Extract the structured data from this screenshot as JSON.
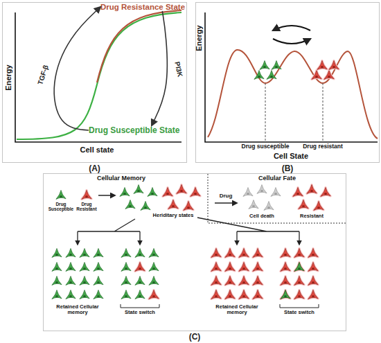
{
  "diagram": {
    "nodes": [
      {
        "text": [
          "(A)"
        ]
      },
      {
        "text": [
          "Drug Resistance State"
        ],
        "in": 0
      },
      {
        "text": [
          "Drug Susceptible State"
        ],
        "in": 0
      },
      {
        "text": [
          "(B)"
        ]
      },
      {
        "text": [
          "(C)"
        ]
      }
    ],
    "edges": [
      {
        "from": 2,
        "to": 1,
        "label": "TGF-β",
        "arrow": "to"
      },
      {
        "from": 1,
        "to": 2,
        "label": "PI3K",
        "arrow": "to"
      }
    ],
    "labels": [
      "Energy",
      "Cell state",
      "Energy",
      "Cell State",
      "Drug susceptible",
      "Drug resistant",
      "Cellular Memory",
      "Drug Susceptible",
      "Drug Resistant",
      "Heriditary states",
      "Cellular Fate",
      "Drug",
      "Cell death",
      "Resistant",
      "Retained Cellular memory",
      "State switch",
      "Retained Cellular memory",
      "State switch"
    ]
  }
}
